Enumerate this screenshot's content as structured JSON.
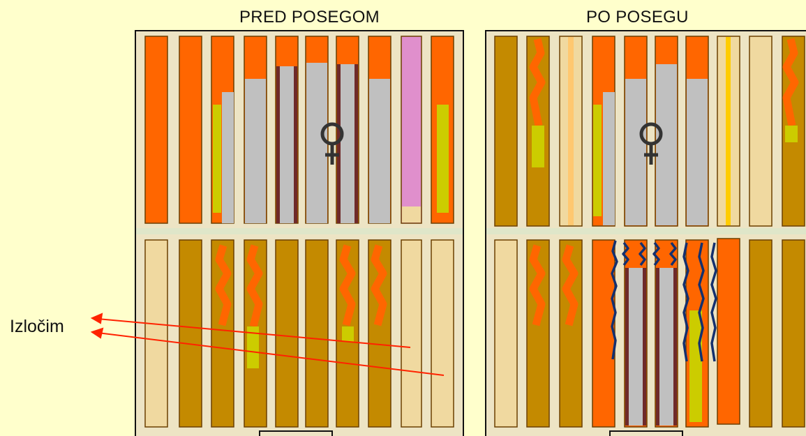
{
  "titles": {
    "before": "PRED POSEGOM",
    "after": "PO POSEGU"
  },
  "side_label": "Izločim",
  "symbols": {
    "female": "♀"
  },
  "colors": {
    "background": "#ffffcc",
    "panel": "#ede4c4",
    "divider": "#dfe6c9",
    "orange": "#ff6600",
    "dark_gold": "#c48a00",
    "cream": "#f0d9a0",
    "grey": "#c0c0c0",
    "pink": "#e08fcc",
    "yellow_green": "#cccc00",
    "dark_red": "#6e2a2a",
    "navy": "#14306e",
    "arrow_red": "#ff2200"
  },
  "icons": [
    "female-symbol-icon",
    "arrow-left-icon",
    "wavy-line-icon"
  ]
}
